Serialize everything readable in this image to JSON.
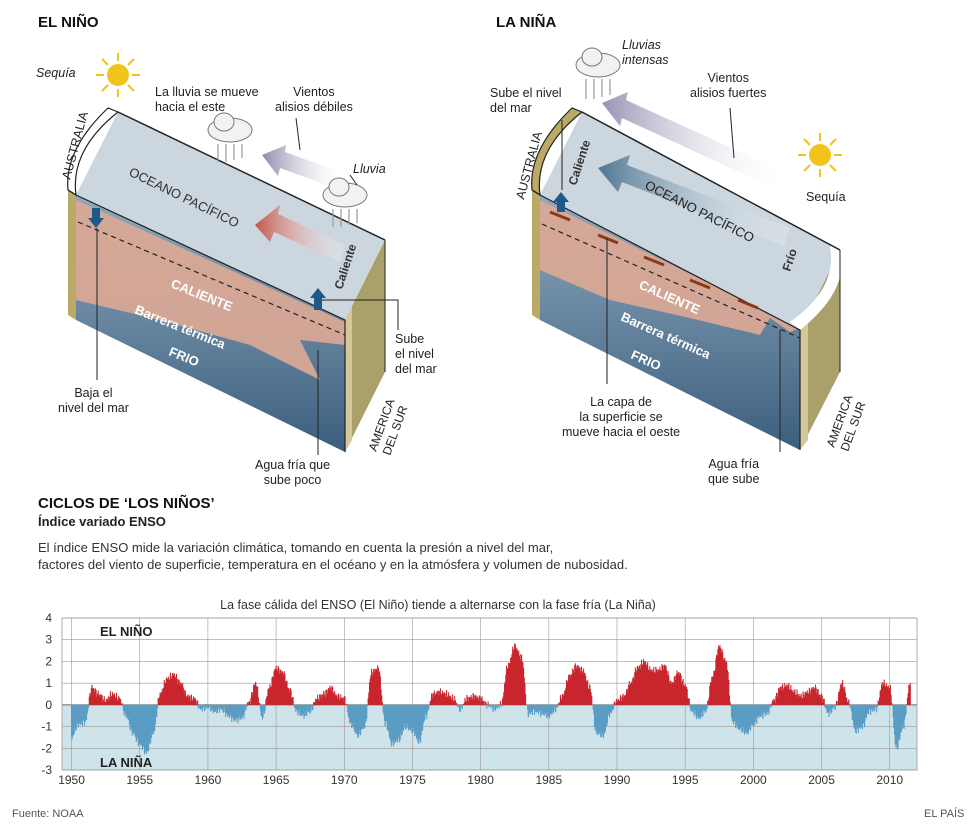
{
  "nino": {
    "title": "EL NIÑO",
    "sequia": "Sequía",
    "lluvia_este": [
      "La lluvia se mueve",
      "hacia el este"
    ],
    "vientos": [
      "Vientos",
      "alisios débiles"
    ],
    "lluvia": "Lluvia",
    "australia": "AUSTRALIA",
    "oceano": "OCEANO PACÍFICO",
    "caliente_side": "Caliente",
    "caliente": "CALIENTE",
    "barrera": "Barrera térmica",
    "frio": "FRIO",
    "sube": [
      "Sube",
      "el nivel",
      "del mar"
    ],
    "baja": [
      "Baja el",
      "nivel del mar"
    ],
    "agua": [
      "Agua fría que",
      "sube poco"
    ],
    "america": [
      "AMERICA",
      "DEL SUR"
    ]
  },
  "nina": {
    "title": "LA NIÑA",
    "lluvias": [
      "Lluvias",
      "intensas"
    ],
    "sube": [
      "Sube el nivel",
      "del mar"
    ],
    "vientos": [
      "Vientos",
      "alisios fuertes"
    ],
    "sequia": "Sequía",
    "australia": "AUSTRALIA",
    "caliente_side": "Caliente",
    "oceano": "OCEANO PACÍFICO",
    "frio_side": "Frío",
    "caliente": "CALIENTE",
    "barrera": "Barrera térmica",
    "frio": "FRIO",
    "capa": [
      "La capa de",
      "la superficie se",
      "mueve hacia el oeste"
    ],
    "agua": [
      "Agua fría",
      "que sube"
    ],
    "america": [
      "AMERICA",
      "DEL SUR"
    ]
  },
  "ciclos": {
    "title": "CICLOS DE ‘LOS NIÑOS’",
    "subtitle": "Índice variado ENSO",
    "desc1": "El índice ENSO mide la variación climática, tomando en cuenta la  presión a nivel del mar,",
    "desc2": "factores del viento de superficie, temperatura en el océano y en la atmósfera y volumen de nubosidad."
  },
  "footer": {
    "source": "Fuente: NOAA",
    "brand": "EL PAÍS"
  },
  "colors": {
    "warm": "#c8262d",
    "cold": "#5a9cc4",
    "cold_bg": "#cfe3ea"
  },
  "chart_data": {
    "type": "area",
    "title": "La fase cálida del ENSO (El Niño) tiende a alternarse con la fase fría (La Niña)",
    "label_top": "EL NIÑO",
    "label_bottom": "LA NIÑA",
    "ylim": [
      -3,
      4
    ],
    "yticks": [
      4,
      3,
      2,
      1,
      0,
      -1,
      -2,
      -3
    ],
    "xlim": [
      1949.3,
      2012.0
    ],
    "xticks": [
      1950,
      1955,
      1960,
      1965,
      1970,
      1975,
      1980,
      1985,
      1990,
      1995,
      2000,
      2005,
      2010
    ],
    "grid": true,
    "series": [
      {
        "x": [
          1950.0,
          1950.5,
          1951.0,
          1951.5,
          1952.0,
          1952.5,
          1953.0,
          1953.5,
          1954.0,
          1954.5,
          1955.0,
          1955.5,
          1956.0,
          1956.5,
          1957.0,
          1957.5,
          1958.0,
          1958.5,
          1959.0,
          1959.5,
          1960.0,
          1960.5,
          1961.0,
          1961.5,
          1962.0,
          1962.5,
          1963.0,
          1963.5,
          1964.0,
          1964.5,
          1965.0,
          1965.5,
          1966.0,
          1966.5,
          1967.0,
          1967.5,
          1968.0,
          1968.5,
          1969.0,
          1969.5,
          1970.0,
          1970.5,
          1971.0,
          1971.5,
          1972.0,
          1972.5,
          1973.0,
          1973.5,
          1974.0,
          1974.5,
          1975.0,
          1975.5,
          1976.0,
          1976.5,
          1977.0,
          1977.5,
          1978.0,
          1978.5,
          1979.0,
          1979.5,
          1980.0,
          1980.5,
          1981.0,
          1981.5,
          1982.0,
          1982.5,
          1983.0,
          1983.5,
          1984.0,
          1984.5,
          1985.0,
          1985.5,
          1986.0,
          1986.5,
          1987.0,
          1987.5,
          1988.0,
          1988.5,
          1989.0,
          1989.5,
          1990.0,
          1990.5,
          1991.0,
          1991.5,
          1992.0,
          1992.5,
          1993.0,
          1993.5,
          1994.0,
          1994.5,
          1995.0,
          1995.5,
          1996.0,
          1996.5,
          1997.0,
          1997.5,
          1998.0,
          1998.5,
          1999.0,
          1999.5,
          2000.0,
          2000.5,
          2001.0,
          2001.5,
          2002.0,
          2002.5,
          2003.0,
          2003.5,
          2004.0,
          2004.5,
          2005.0,
          2005.5,
          2006.0,
          2006.5,
          2007.0,
          2007.5,
          2008.0,
          2008.5,
          2009.0,
          2009.5,
          2010.0,
          2010.5,
          2011.0,
          2011.5
        ],
        "values": [
          -1.5,
          -0.9,
          -0.8,
          0.8,
          0.5,
          0.2,
          0.5,
          0.3,
          -0.5,
          -1.3,
          -1.8,
          -2.2,
          -1.3,
          0.5,
          1.2,
          1.4,
          1.0,
          0.4,
          0.3,
          -0.2,
          -0.1,
          -0.3,
          -0.2,
          -0.5,
          -0.7,
          -0.6,
          0.1,
          1.0,
          -0.6,
          0.8,
          1.7,
          1.5,
          0.7,
          -0.3,
          -0.5,
          -0.3,
          0.3,
          0.5,
          0.8,
          0.4,
          0.3,
          -0.9,
          -1.4,
          -1.0,
          1.5,
          1.7,
          -0.8,
          -1.8,
          -1.6,
          -1.0,
          -1.2,
          -1.7,
          -0.5,
          0.5,
          0.6,
          0.5,
          0.3,
          -0.2,
          0.3,
          0.4,
          0.3,
          0.0,
          -0.2,
          0.0,
          1.8,
          2.7,
          2.2,
          -0.4,
          -0.3,
          -0.4,
          -0.5,
          -0.2,
          0.4,
          1.3,
          1.8,
          1.6,
          0.8,
          -1.3,
          -1.4,
          -0.4,
          0.2,
          0.4,
          1.0,
          1.7,
          2.0,
          1.6,
          1.6,
          1.8,
          1.0,
          1.5,
          0.9,
          -0.3,
          -0.6,
          -0.3,
          1.3,
          2.7,
          2.0,
          -0.8,
          -1.1,
          -1.3,
          -0.9,
          -0.5,
          -0.4,
          0.2,
          0.8,
          0.9,
          0.6,
          0.4,
          0.6,
          0.8,
          0.4,
          -0.4,
          -0.1,
          1.0,
          0.1,
          -1.2,
          -1.0,
          -0.3,
          -0.2,
          1.0,
          0.8,
          -2.0,
          -1.0,
          1.0
        ]
      }
    ]
  }
}
